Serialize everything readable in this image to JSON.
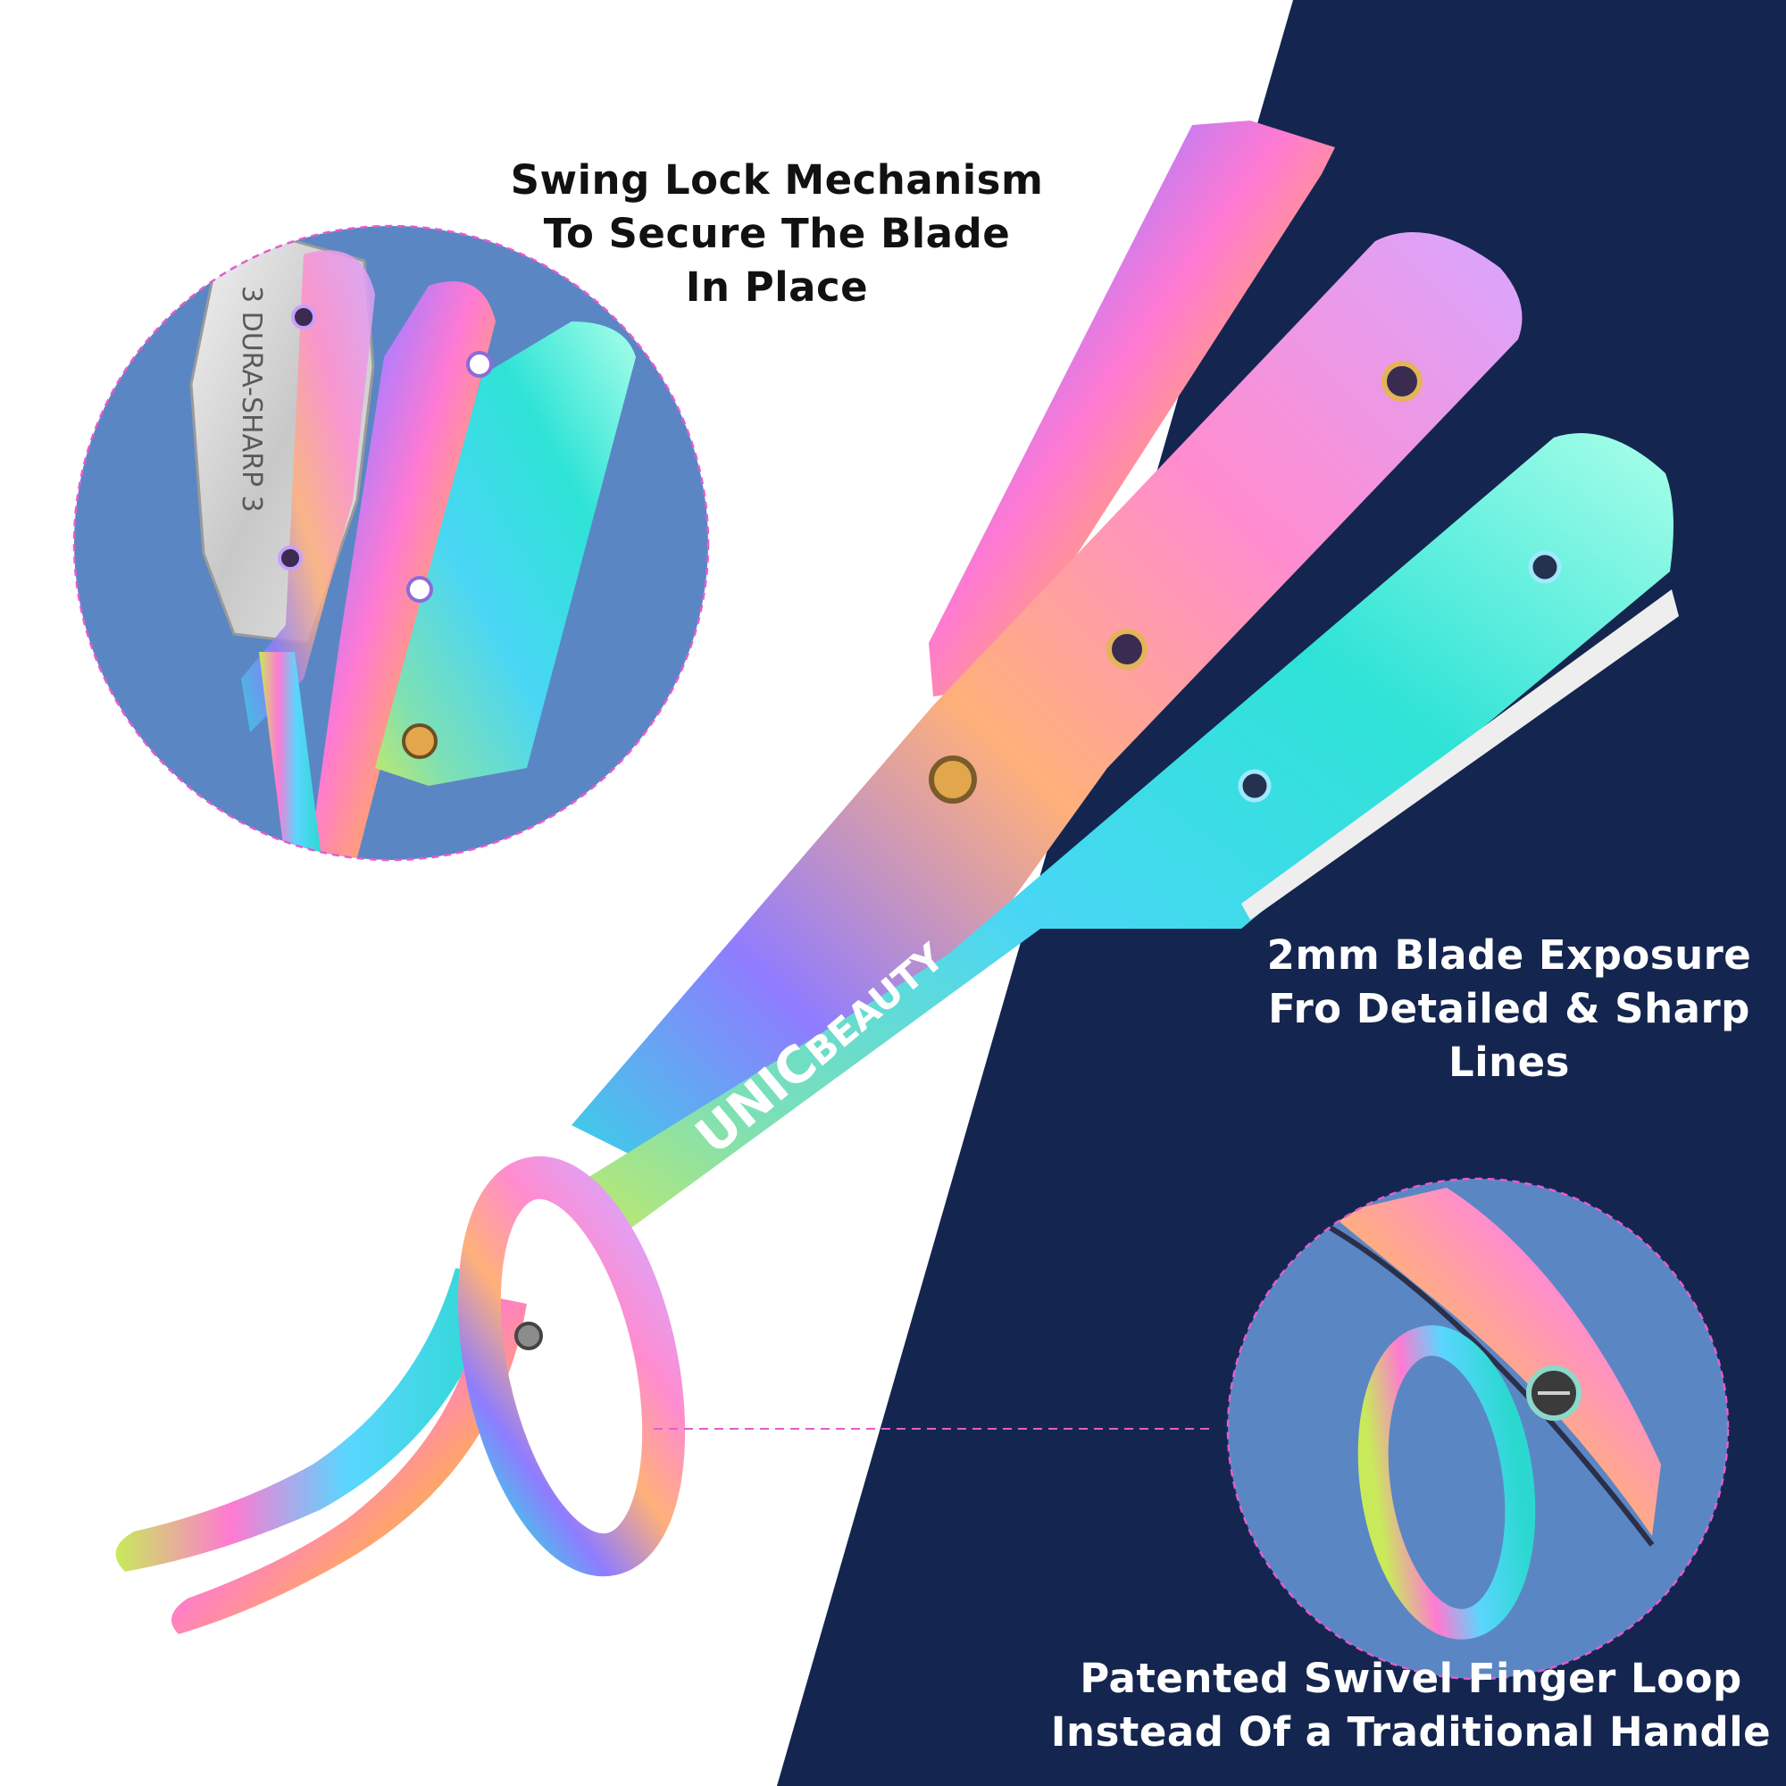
{
  "captions": {
    "swing_lock": [
      "Swing Lock Mechanism",
      "To Secure The Blade",
      "In Place"
    ],
    "blade_exposure": [
      "2mm Blade Exposure",
      "Fro Detailed & Sharp",
      "Lines"
    ],
    "finger_loop": [
      "Patented Swivel Finger Loop",
      "Instead Of a Traditional Handle"
    ]
  },
  "brand": {
    "prefix": "UNIC",
    "suffix": "BEAUTY"
  },
  "blade_imprint": {
    "text": "3 DURA-SHARP 3"
  },
  "colors": {
    "navy_background": "#14264f",
    "white_background": "#ffffff",
    "inset_circle": "#5b86c4",
    "dashed_outline": "#e45ccf",
    "holographic": [
      "#2bd8d0",
      "#5ad6ff",
      "#b07cff",
      "#ff7ad2",
      "#ffa46b",
      "#d8e36a"
    ]
  }
}
